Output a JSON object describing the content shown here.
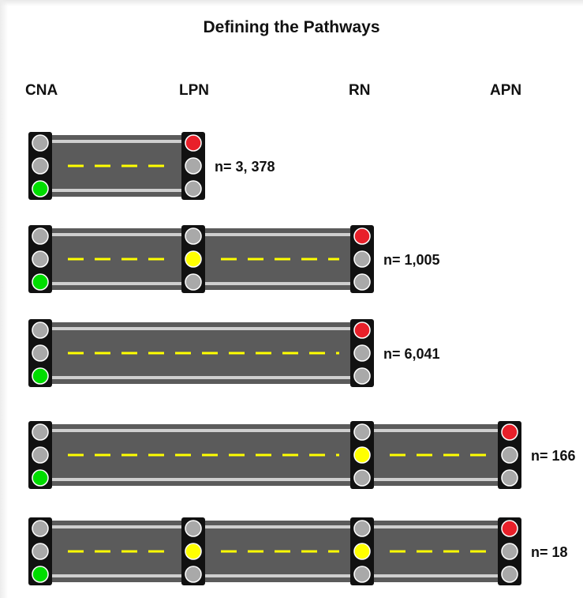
{
  "title": "Defining the Pathways",
  "levels": [
    "CNA",
    "LPN",
    "RN",
    "APN"
  ],
  "colors": {
    "road": "#5b5b5b",
    "road_edge": "#cfcfcf",
    "dash": "#ffff00",
    "housing": "#111111",
    "light_off": "#a9a9a9",
    "red": "#e8202a",
    "yellow": "#ffff00",
    "green": "#00dd00"
  },
  "pathways": [
    {
      "stops": [
        0,
        1
      ],
      "lights": [
        "green",
        "red"
      ],
      "count_label": "n= 3, 378"
    },
    {
      "stops": [
        0,
        1,
        2
      ],
      "lights": [
        "green",
        "yellow",
        "red"
      ],
      "count_label": "n= 1,005"
    },
    {
      "stops": [
        0,
        2
      ],
      "lights": [
        "green",
        "red"
      ],
      "count_label": "n= 6,041"
    },
    {
      "stops": [
        0,
        2,
        3
      ],
      "lights": [
        "green",
        "yellow",
        "red"
      ],
      "count_label": "n= 166"
    },
    {
      "stops": [
        0,
        1,
        2,
        3
      ],
      "lights": [
        "green",
        "yellow",
        "yellow",
        "red"
      ],
      "count_label": "n= 18"
    }
  ]
}
